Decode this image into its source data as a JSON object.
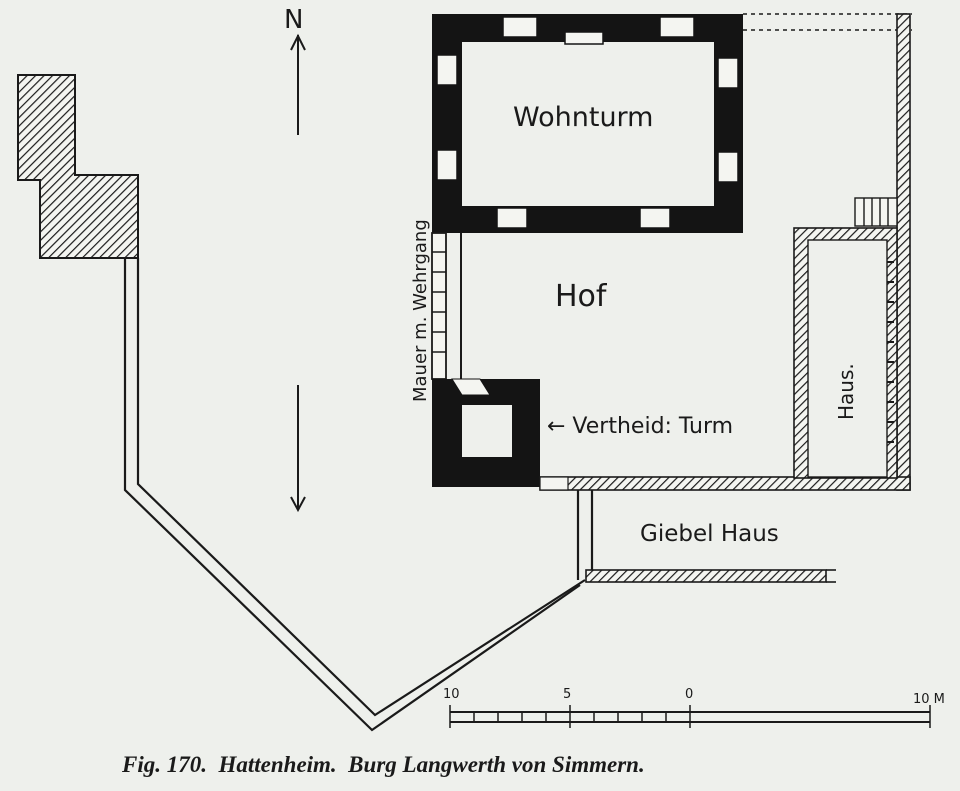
{
  "plan": {
    "north_marker": "N",
    "labels": {
      "wohnturm": "Wohnturm",
      "hof": "Hof",
      "mauer": "Mauer m. Wehrgang",
      "verteid": "← Vertheid: Turm",
      "haus": "Haus.",
      "giebel": "Giebel Haus"
    },
    "scale": {
      "ticks": [
        "10",
        "5",
        "0",
        "10 M"
      ]
    }
  },
  "caption": "Fig. 170.  Hattenheim.  Burg Langwerth von Simmern."
}
